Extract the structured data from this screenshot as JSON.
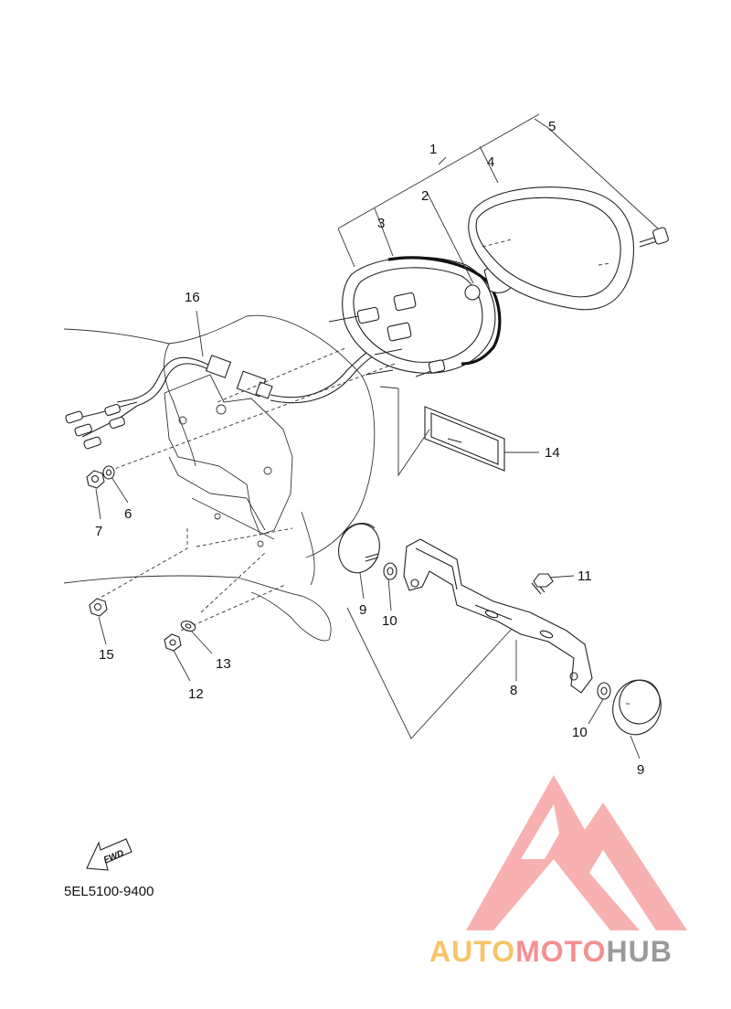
{
  "diagram": {
    "catalog_code": "5EL5100-9400",
    "fwd_label": "FWD",
    "labels": [
      {
        "id": "1",
        "text": "1"
      },
      {
        "id": "2",
        "text": "2"
      },
      {
        "id": "3",
        "text": "3"
      },
      {
        "id": "4",
        "text": "4"
      },
      {
        "id": "5",
        "text": "5"
      },
      {
        "id": "6",
        "text": "6"
      },
      {
        "id": "7",
        "text": "7"
      },
      {
        "id": "8",
        "text": "8"
      },
      {
        "id": "9a",
        "text": "9"
      },
      {
        "id": "9b",
        "text": "9"
      },
      {
        "id": "10a",
        "text": "10"
      },
      {
        "id": "10b",
        "text": "10"
      },
      {
        "id": "11",
        "text": "11"
      },
      {
        "id": "12",
        "text": "12"
      },
      {
        "id": "13",
        "text": "13"
      },
      {
        "id": "14",
        "text": "14"
      },
      {
        "id": "15",
        "text": "15"
      },
      {
        "id": "16",
        "text": "16"
      }
    ]
  },
  "watermark": {
    "part1": "AUTO",
    "part2": "MOTO",
    "part3": "HUB",
    "color_light": "#f7c46a",
    "color_mid": "#f59090",
    "color_dark": "#9a9a9a",
    "logo_color": "#f7a3a3"
  }
}
